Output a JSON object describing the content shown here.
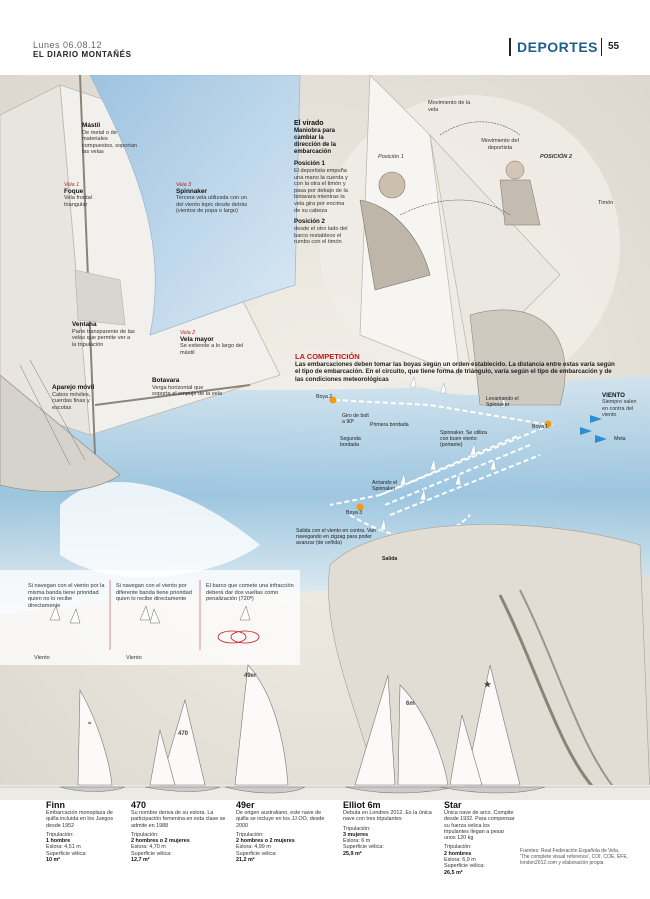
{
  "header": {
    "date": "Lunes 06.08.12",
    "paper": "EL DIARIO MONTAÑÉS",
    "section": "DEPORTES",
    "page_number": "55"
  },
  "rig": {
    "mastil_title": "Mástil",
    "mastil_text": "De metal o de materiales compuestos, soportan las velas",
    "foque_tag": "Vela 1",
    "foque_title": "Foque",
    "foque_text": "Vela frontal triangular",
    "spinnaker_tag": "Vela 3",
    "spinnaker_title": "Spinnaker",
    "spinnaker_text": "Tercera vela utilizada con un del viento topic desde detrás (vientos de popa o largo)",
    "ventana_title": "Ventana",
    "ventana_text": "Parte transparente de las velas que permite ver a la tripulación",
    "mayor_tag": "Vela 2",
    "mayor_title": "Vela mayor",
    "mayor_text": "Se extiende a lo largo del mástil",
    "aparejo_title": "Aparejo móvil",
    "aparejo_text": "Cabos móviles, cuerdas finas y escotas",
    "botavara_title": "Botavara",
    "botavara_text": "Verga horizontal que soporta el empuje de la vela"
  },
  "virada": {
    "title": "El virado",
    "subtitle": "Maniobra para cambiar la dirección de la embarcación",
    "pos1_title": "Posición 1",
    "pos1_text": "El deportista empuña una mano la cuerda y con la otra el timón y pasa por debajo de la botavara mientras la vela gira por encima de su cabeza",
    "pos2_title": "Posición 2",
    "pos2_text": "desde el otro lado del barco restablece el rumbo con el timón",
    "pos1_label": "Posición 1",
    "pos2_label": "POSICIÓN 2",
    "mov_vela": "Movimiento de la vela",
    "mov_deportista": "Movimiento del deportista",
    "timon": "Timón"
  },
  "competicion": {
    "title": "LA COMPETICIÓN",
    "text": "Las embarcaciones deben tomar las boyas según un orden establecido. La distancia entre estas varía según el tipo de embarcación. En el circuito, que tiene forma de triángulo, varía según el tipo de embarcación y de las condiciones meteorológicas",
    "course": {
      "boya2": "Boya 2",
      "giro": "Giro de bolt a 90º",
      "primera_bordada": "Primera bordada",
      "segunda_bordada": "Segunda bordada",
      "levantando_spinnaker": "Levantando el Spinnaker",
      "spinnaker_note": "Spinnaker. Se utiliza con buen viento (portante)",
      "boya1": "Boya 1",
      "meta": "Meta",
      "arriando": "Arriando el Spinnaker",
      "boya3": "Boya 3",
      "salida": "Salida con el viento en contra. Van navegando en zigzag para poder avanzar (de ceñida)",
      "salida_label": "Salida",
      "viento_title": "VIENTO",
      "viento_text": "Siempre salen en contra del viento"
    }
  },
  "tips": {
    "tip1": "Si navegan con el viento por la misma banda tiene prioridad quien no lo recibe directamente",
    "tip2": "Si navegan con el viento por diferente banda tiene prioridad quien lo recibe directamente",
    "tip3": "El barco que comete una infracción deberá dar dos vueltas como penalización (720º)",
    "viento1": "Viento",
    "viento2": "Viento"
  },
  "boats": [
    {
      "name": "Finn",
      "desc": "Embarcación monoplaza de quilla incluida en los Juegos desde 1952",
      "crew_label": "Tripulación:",
      "crew": "1 hombre",
      "length": "Eslora: 4,51 m",
      "area_label": "Superficie vélica:",
      "area": "10 m²",
      "sail_mark": "≈"
    },
    {
      "name": "470",
      "desc": "Su nombre deriva de su eslora. La participación femenina en esta clase se admite en 1988",
      "crew_label": "Tripulación:",
      "crew": "2 hombres o 2 mujeres",
      "length": "Eslora: 4,70 m",
      "area_label": "Superficie vélica:",
      "area": "12,7 m²",
      "sail_mark": "470"
    },
    {
      "name": "49er",
      "desc": "De origen australiano, este nave de quilla se incluye en los JJ.OO. desde 2000",
      "crew_label": "Tripulación:",
      "crew": "2 hombres o 2 mujeres",
      "length": "Eslora: 4,99 m",
      "area_label": "Superficie vélica:",
      "area": "21,2 m²",
      "sail_mark": "49er"
    },
    {
      "name": "Elliot 6m",
      "desc": "Debuta en Londres 2012. Es la única nave con tres tripulantes",
      "crew_label": "Tripulación:",
      "crew": "3 mujeres",
      "length": "Eslora: 6 m",
      "area_label": "Superficie vélica:",
      "area": "25,9 m²",
      "sail_mark": "6m"
    },
    {
      "name": "Star",
      "desc": "Única nave de arco. Compite desde 1932. Para compensar su fuerza velica los tripulantes llegan a pesar unos 120 kg",
      "crew_label": "Tripulación:",
      "crew": "2 hombres",
      "length": "Eslora: 6,9 m",
      "area_label": "Superficie vélica:",
      "area": "26,5 m²",
      "sail_mark": "★"
    }
  ],
  "source": "Fuentes: Real Federación Española de Vela, 'The complete visual reference', COI, COE, EFE, london2012.com y elaboración propia",
  "colors": {
    "section_blue": "#1d5f8c",
    "accent_red": "#c4161c",
    "sea_blue": "#7fb6d8",
    "spinnaker_blue": "#b7d4ea"
  }
}
